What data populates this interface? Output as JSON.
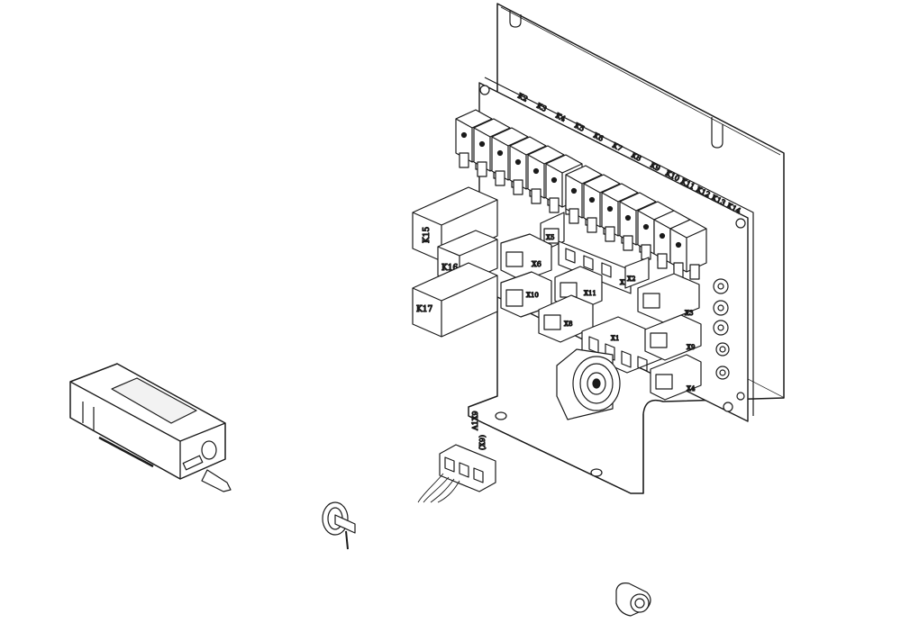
{
  "relay_labels": [
    "K2",
    "K3",
    "K4",
    "K5",
    "K6",
    "K7",
    "K8",
    "K9",
    "K10",
    "K11",
    "K12",
    "K13",
    "K14"
  ],
  "block_labels": {
    "k15": "K15",
    "k16": "K16",
    "k17": "K17"
  },
  "connector_labels": {
    "x1": "X1",
    "x2": "X2",
    "x3": "X3",
    "x4": "X4",
    "x5": "X5",
    "x6": "X6",
    "x7": "X7",
    "x8": "X8",
    "x9": "X9",
    "x10": "X10",
    "x11": "X11"
  },
  "plug_label": {
    "line1": "A1X9",
    "line2": "(X9)"
  },
  "colors": {
    "line": "#1a1a1a",
    "fill": "#ffffff",
    "shade": "#cfcfcf"
  }
}
